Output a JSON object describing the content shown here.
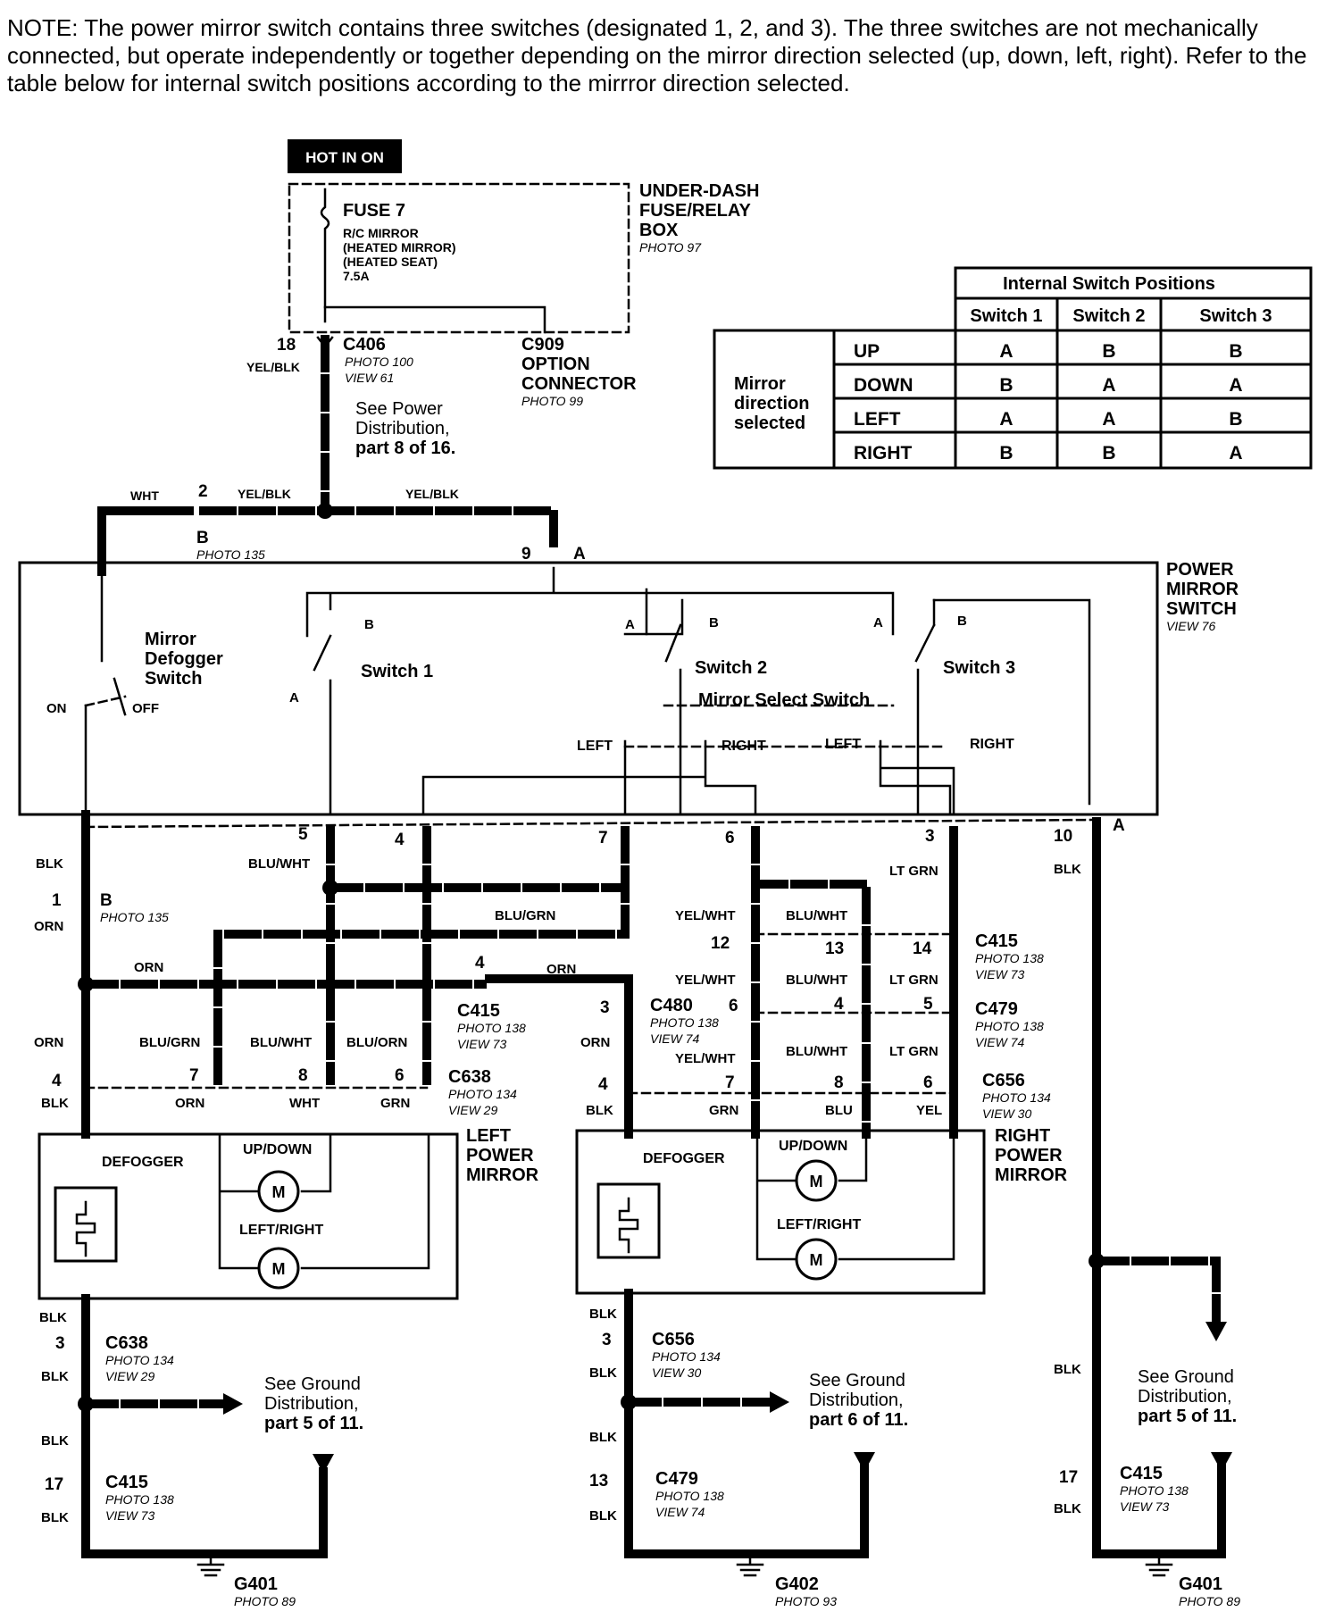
{
  "note": "NOTE: The power mirror switch contains three switches (designated 1, 2, and 3). The three switches are not mechanically connected, but operate independently or together depending on the mirror direction selected (up, down, left, right). Refer to the table below for internal switch positions according to the mirrror direction selected.",
  "hot_in_on": "HOT IN ON",
  "fuse_box": {
    "fuse": "FUSE 7",
    "circuits": [
      "R/C MIRROR",
      "(HEATED MIRROR)",
      "(HEATED SEAT)",
      "7.5A"
    ],
    "name_lines": [
      "UNDER-DASH",
      "FUSE/RELAY",
      "BOX"
    ],
    "photo": "PHOTO 97"
  },
  "c406": {
    "pin": "18",
    "wire": "YEL/BLK",
    "name": "C406",
    "photo": "PHOTO 100",
    "view": "VIEW 61"
  },
  "c909": {
    "name_lines": [
      "C909",
      "OPTION",
      "CONNECTOR"
    ],
    "photo": "PHOTO 99"
  },
  "see_power": [
    "See Power",
    "Distribution,",
    "part  8 of 16."
  ],
  "top_bus": {
    "wht": "WHT",
    "pin2": "2",
    "yel1": "YEL/BLK",
    "yel2": "YEL/BLK",
    "b": "B",
    "photo": "PHOTO 135",
    "pin9": "9",
    "a": "A"
  },
  "table": {
    "title": "Internal Switch Positions",
    "columns": [
      "Switch 1",
      "Switch 2",
      "Switch 3"
    ],
    "row_header": [
      "Mirror",
      "direction",
      "selected"
    ],
    "rows": [
      {
        "dir": "UP",
        "vals": [
          "A",
          "B",
          "B"
        ]
      },
      {
        "dir": "DOWN",
        "vals": [
          "B",
          "A",
          "A"
        ]
      },
      {
        "dir": "LEFT",
        "vals": [
          "A",
          "A",
          "B"
        ]
      },
      {
        "dir": "RIGHT",
        "vals": [
          "B",
          "B",
          "A"
        ]
      }
    ]
  },
  "switch_block": {
    "name_lines": [
      "POWER",
      "MIRROR",
      "SWITCH"
    ],
    "view": "VIEW 76",
    "defogger_lines": [
      "Mirror",
      "Defogger",
      "Switch"
    ],
    "on": "ON",
    "off": "OFF",
    "switch1": "Switch 1",
    "switch2": "Switch 2",
    "switch3": "Switch 3",
    "select": "Mirror Select Switch",
    "left": "LEFT",
    "right": "RIGHT",
    "a": "A",
    "b": "B"
  },
  "pins": {
    "p5": "5",
    "p4": "4",
    "p7": "7",
    "p6": "6",
    "p3": "3",
    "p10": "10",
    "a": "A"
  },
  "wires": {
    "blk": "BLK",
    "orn": "ORN",
    "blu_wht": "BLU/WHT",
    "blu_grn": "BLU/GRN",
    "blu_orn": "BLU/ORN",
    "yel_wht": "YEL/WHT",
    "lt_grn": "LT GRN",
    "wht": "WHT",
    "grn": "GRN",
    "blu": "BLU",
    "yel": "YEL"
  },
  "left_side": {
    "pin1": "1",
    "b": "B",
    "photo135": "PHOTO 135",
    "c415_pin": "4",
    "c415": "C415",
    "c415_photo": "PHOTO 138",
    "c415_view": "VIEW 73",
    "c638": "C638",
    "c638_photo": "PHOTO 134",
    "c638_view": "VIEW 29",
    "p4": "4",
    "p7": "7",
    "p8": "8",
    "p6": "6"
  },
  "right_side": {
    "p12": "12",
    "p13": "13",
    "p14": "14",
    "c415": "C415",
    "c415_photo": "PHOTO 138",
    "c415_view": "VIEW 73",
    "c480_pin": "3",
    "c480": "C480",
    "c480_photo": "PHOTO 138",
    "c480_view": "VIEW 74",
    "p6": "6",
    "p4": "4",
    "p5": "5",
    "c479": "C479",
    "c479_photo": "PHOTO 138",
    "c479_view": "VIEW 74",
    "p4b": "4",
    "p7": "7",
    "p8": "8",
    "p6b": "6",
    "c656": "C656",
    "c656_photo": "PHOTO 134",
    "c656_view": "VIEW 30"
  },
  "left_mirror": {
    "name_lines": [
      "LEFT",
      "POWER",
      "MIRROR"
    ],
    "defogger": "DEFOGGER",
    "updown": "UP/DOWN",
    "leftright": "LEFT/RIGHT",
    "m": "M"
  },
  "right_mirror": {
    "name_lines": [
      "RIGHT",
      "POWER",
      "MIRROR"
    ],
    "defogger": "DEFOGGER",
    "updown": "UP/DOWN",
    "leftright": "LEFT/RIGHT",
    "m": "M"
  },
  "ground_left": {
    "pin3": "3",
    "c638": "C638",
    "photo": "PHOTO 134",
    "view": "VIEW 29",
    "see": [
      "See Ground",
      "Distribution,",
      "part 5 of 11."
    ],
    "pin17": "17",
    "c415": "C415",
    "c415_photo": "PHOTO 138",
    "c415_view": "VIEW 73",
    "g": "G401",
    "g_photo": "PHOTO 89"
  },
  "ground_mid": {
    "pin3": "3",
    "c656": "C656",
    "photo": "PHOTO 134",
    "view": "VIEW 30",
    "see": [
      "See Ground",
      "Distribution,",
      "part 6 of 11."
    ],
    "pin13": "13",
    "c479": "C479",
    "c479_photo": "PHOTO 138",
    "c479_view": "VIEW 74",
    "g": "G402",
    "g_photo": "PHOTO 93"
  },
  "ground_right": {
    "see": [
      "See Ground",
      "Distribution,",
      "part 5 of 11."
    ],
    "pin17": "17",
    "c415": "C415",
    "c415_photo": "PHOTO 138",
    "c415_view": "VIEW 73",
    "g": "G401",
    "g_photo": "PHOTO 89"
  }
}
